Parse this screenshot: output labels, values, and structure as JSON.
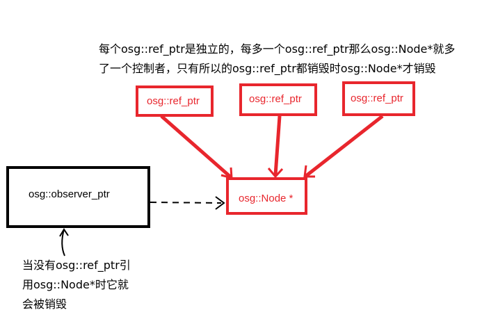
{
  "top_note": {
    "line1": "每个osg::ref_ptr是独立的，每多一个osg::ref_ptr那么osg::Node*就多",
    "line2": "了一个控制者，只有所以的osg::ref_ptr都销毁时osg::Node*才销毁"
  },
  "ref_ptr_boxes": [
    {
      "label": "osg::ref_ptr"
    },
    {
      "label": "osg::ref_ptr"
    },
    {
      "label": "osg::ref_ptr"
    }
  ],
  "node_box": {
    "label": "osg::Node *"
  },
  "observer_box": {
    "label": "osg::observer_ptr"
  },
  "bottom_note": {
    "line1": "当没有osg::ref_ptr引",
    "line2": "用osg::Node*时它就",
    "line3": "会被销毁"
  },
  "colors": {
    "ref_red": "#e8262d",
    "observer_black": "#000000",
    "background": "#ffffff"
  }
}
